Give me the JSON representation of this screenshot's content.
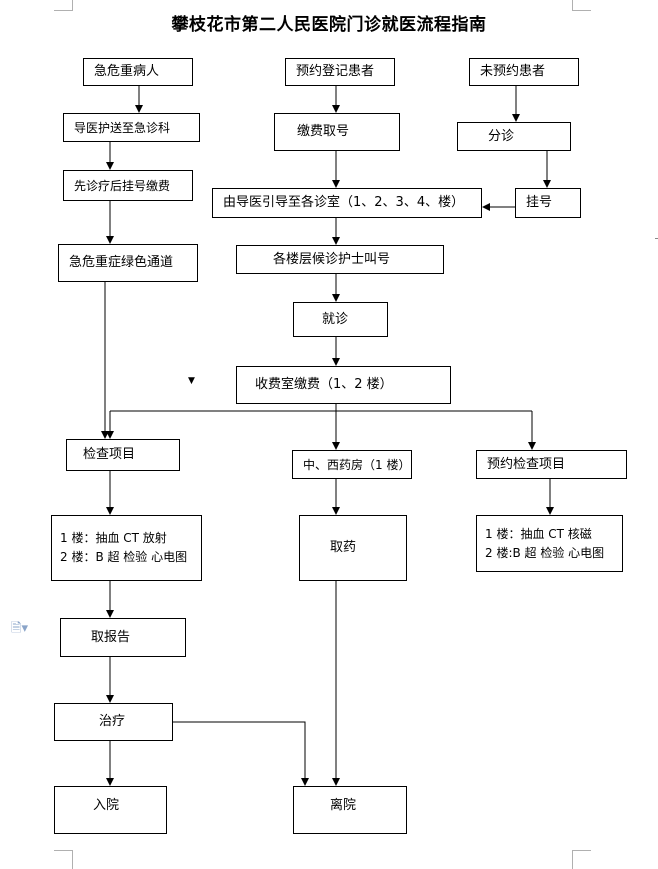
{
  "title": "攀枝花市第二人民医院门诊就医流程指南",
  "nodes": {
    "emergency": "急危重病人",
    "appointment": "预约登记患者",
    "no_appointment": "未预约患者",
    "escort": "导医护送至急诊科",
    "pay_number": "缴费取号",
    "triage": "分诊",
    "treat_first": "先诊疗后挂号缴费",
    "guide": "由导医引导至各诊室（1、2、3、4、楼）",
    "register": "挂号",
    "green_channel": "急危重症绿色通道",
    "nurse_call": "各楼层候诊护士叫号",
    "consult": "就诊",
    "cashier": "收费室缴费（1、2 楼）",
    "exam": "检查项目",
    "pharmacy": "中、西药房（1 楼）",
    "appt_exam": "预约检查项目",
    "exam_floors": [
      "1 楼：抽血  CT 放射",
      "2 楼：B 超  检验  心电图"
    ],
    "get_medicine": "取药",
    "appt_floors": [
      "1 楼：抽血  CT 核磁",
      "2 楼:B 超  检验  心电图"
    ],
    "report": "取报告",
    "treatment": "治疗",
    "admit": "入院",
    "leave": "离院"
  }
}
